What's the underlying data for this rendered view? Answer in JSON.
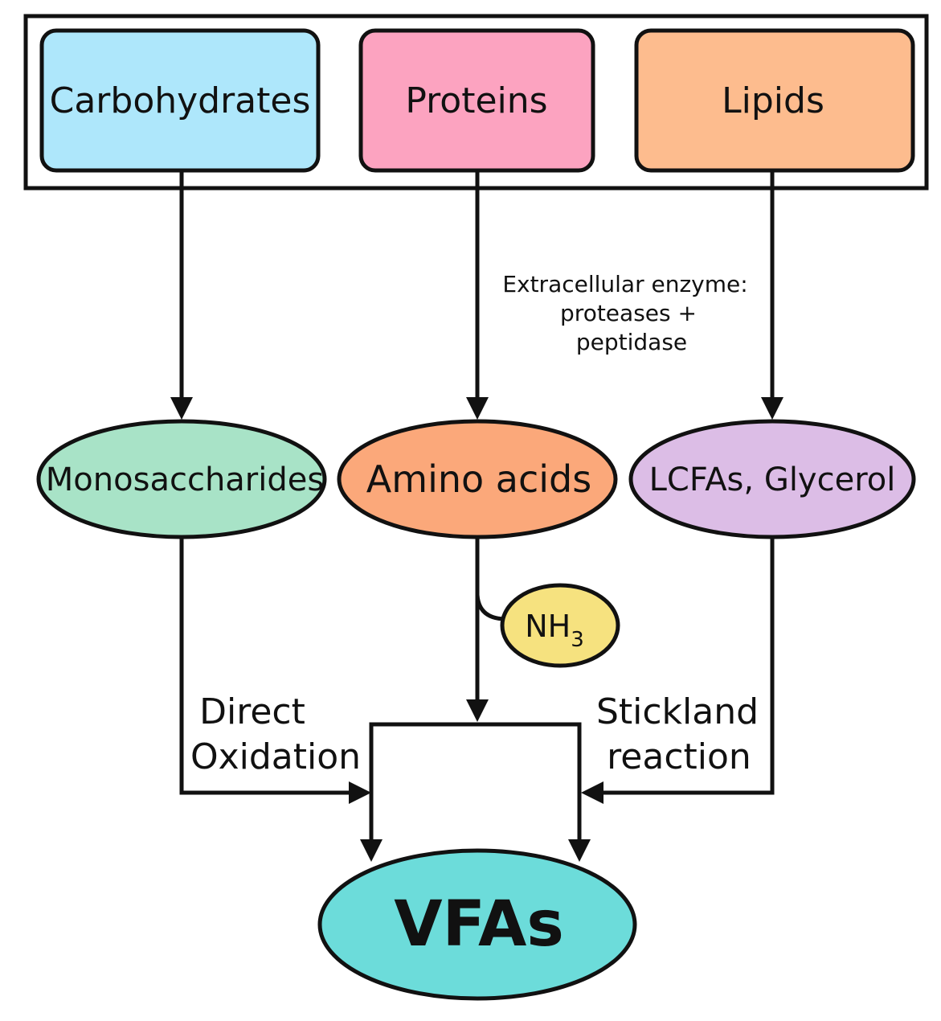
{
  "diagram": {
    "substrates": {
      "carbohydrates": {
        "label": "Carbohydrates",
        "color": "#aee7fb"
      },
      "proteins": {
        "label": "Proteins",
        "color": "#fca3c0"
      },
      "lipids": {
        "label": "Lipids",
        "color": "#fdbc8e"
      }
    },
    "enzyme_note": {
      "line1": "Extracellular enzyme:",
      "line2": "proteases +",
      "line3": "peptidase"
    },
    "intermediates": {
      "monosaccharides": {
        "label": "Monosaccharides",
        "color": "#a8e3c7"
      },
      "amino_acids": {
        "label": "Amino acids",
        "color": "#fba87a"
      },
      "lcfas": {
        "label": "LCFAs, Glycerol",
        "color": "#dcbde6"
      }
    },
    "byproduct": {
      "main": "NH",
      "sub": "3",
      "color": "#f6e27f"
    },
    "left_path": {
      "line1": "Direct",
      "line2": "Oxidation"
    },
    "right_path": {
      "line1": "Stickland",
      "line2": "reaction"
    },
    "product": {
      "label": "VFAs",
      "color": "#6cdcda"
    }
  }
}
